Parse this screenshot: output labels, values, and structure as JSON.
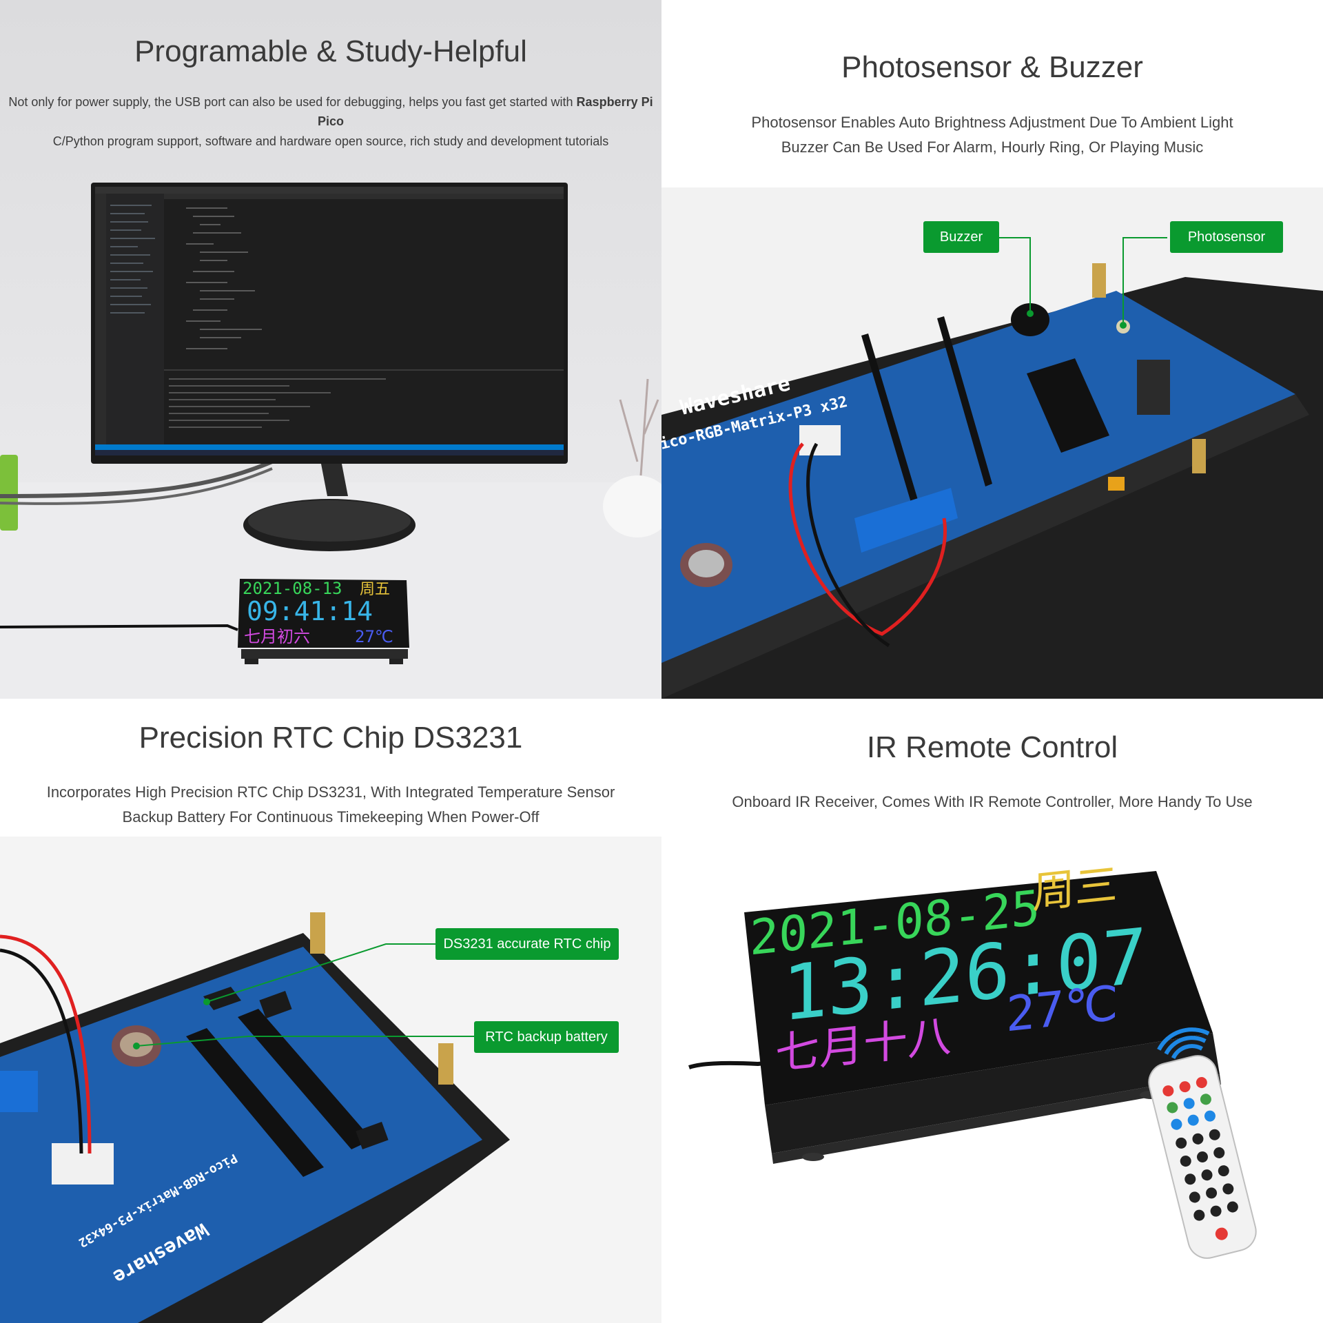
{
  "panels": {
    "programmable": {
      "title": "Programable & Study-Helpful",
      "desc_line1": "Not only for power supply, the USB port can also be used for debugging, helps you fast get started with",
      "desc_bold": "Raspberry Pi Pico",
      "desc_line2": "C/Python program support, software and hardware open source, rich study and development tutorials",
      "matrix_date": "2021-08-13",
      "matrix_week": "周五",
      "matrix_time": "09:41:14",
      "matrix_lunar": "七月初六",
      "matrix_temp": "27℃"
    },
    "photosensor": {
      "title": "Photosensor & Buzzer",
      "desc_line1": "Photosensor Enables Auto Brightness Adjustment Due To Ambient Light",
      "desc_line2": "Buzzer Can Be Used For Alarm, Hourly Ring, Or Playing Music",
      "label_buzzer": "Buzzer",
      "label_photosensor": "Photosensor",
      "board_brand": "Waveshare",
      "board_model": "ico-RGB-Matrix-P3  x32"
    },
    "rtc": {
      "title": "Precision RTC Chip DS3231",
      "desc_line1": "Incorporates High Precision RTC Chip DS3231, With Integrated Temperature Sensor",
      "desc_line2": "Backup Battery For Continuous Timekeeping When Power-Off",
      "label_chip": "DS3231 accurate RTC chip",
      "label_battery": "RTC backup battery",
      "board_brand": "Waveshare",
      "board_model": "Pico-RGB-Matrix-P3-64x32"
    },
    "ir": {
      "title": "IR Remote Control",
      "desc_line1": "Onboard IR Receiver, Comes With IR Remote Controller, More Handy To Use",
      "matrix_date": "2021-08-25",
      "matrix_week": "周三",
      "matrix_time": "13:26:07",
      "matrix_lunar": "七月十八",
      "matrix_temp": "27℃"
    }
  },
  "colors": {
    "label_green": "#0a9a2f",
    "pcb_blue": "#1e5fae",
    "matrix_black": "#111111"
  },
  "icons": [
    "wifi-signal-icon"
  ]
}
